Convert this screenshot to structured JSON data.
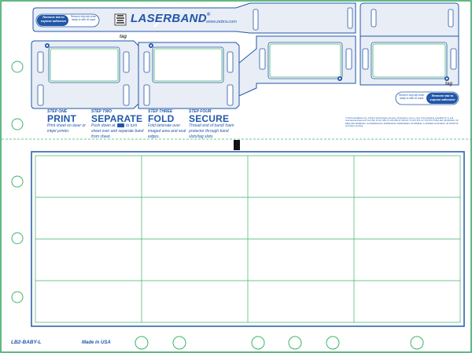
{
  "brand": {
    "logo_text": "LASERBAND",
    "registered_mark": "®",
    "website": "www.zebra.com",
    "zebra_icon": "zebra-logo-icon"
  },
  "pill": {
    "dark_text": "Remove tab to expose adhesive",
    "light_text": "Remove strip tab when ready to affix ID band"
  },
  "tag_label": "tag",
  "steps": [
    {
      "label": "STEP ONE",
      "title": "PRINT",
      "desc": "Print sheet on laser or inkjet printer."
    },
    {
      "label": "STEP TWO",
      "title": "SEPARATE",
      "desc": "Push down at {icon} to turn sheet over and separate band from sheet."
    },
    {
      "label": "STEP THREE",
      "title": "FOLD",
      "desc": "Fold laminate over imaged area and seal edges."
    },
    {
      "label": "STEP FOUR",
      "title": "SECURE",
      "desc": "Thread end of band/ foam protector through band slots/tag slots."
    }
  ],
  "copyright": "© 2014 LaserBand LLC, A Zebra Technologies company. Protected by one or more of the following LaserBand U.S. and International Patents #7,017,293; #7,017,294; #7,222,448; #7,325,347; #7,367,874; #7,779,578; #7,810,360; #8,299,624; US RE32,309; #D488,901; AU #2005213722; #2005232213; #2005239301; NZ #556641; IL #155928; IN #216613; JP #4752716 and others pending.",
  "footer": {
    "sku": "LB2-BABY-L",
    "made_in": "Made in USA"
  },
  "colors": {
    "brand_blue": "#2257a8",
    "green": "#3db36b",
    "band_fill": "#e8edf6"
  }
}
